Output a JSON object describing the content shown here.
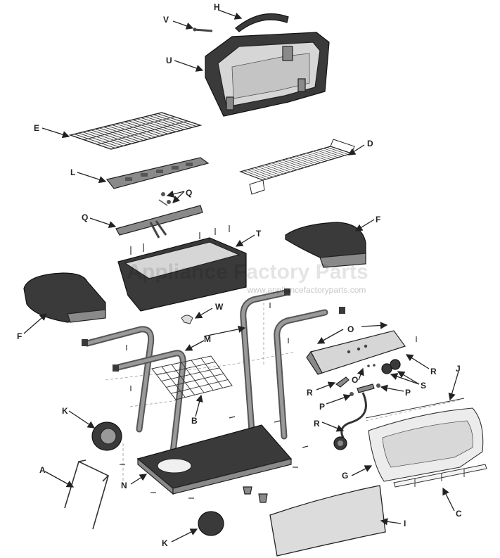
{
  "watermark": {
    "brand": "Appliance Factory Parts",
    "url": "www.appliancefactoryparts.com"
  },
  "callouts": {
    "A": "A",
    "B": "B",
    "C": "C",
    "D": "D",
    "E": "E",
    "F": "F",
    "G": "G",
    "H": "H",
    "I": "I",
    "J": "J",
    "K": "K",
    "L": "L",
    "M": "M",
    "N": "N",
    "O": "O",
    "P": "P",
    "Q": "Q",
    "R": "R",
    "S": "S",
    "T": "T",
    "U": "U",
    "V": "V",
    "W": "W"
  }
}
